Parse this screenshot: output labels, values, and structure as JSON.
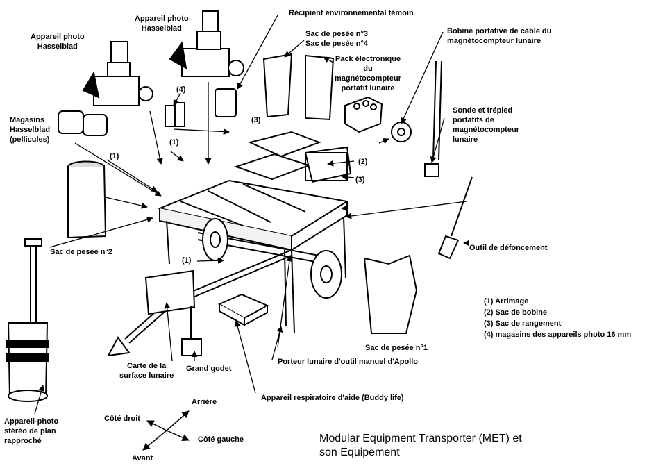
{
  "title": "Modular Equipment Transporter (MET) et son Equipement",
  "title_lines": [
    "Modular Equipment Transporter (MET) et",
    "son Equipement"
  ],
  "labels": {
    "recipient": "Récipient environnemental témoin",
    "hasselblad_left": [
      "Appareil photo",
      "Hasselblad"
    ],
    "hasselblad_top": [
      "Appareil photo",
      "Hasselblad"
    ],
    "sac3_4": [
      "Sac de pesée n°3",
      "Sac de pesée n°4"
    ],
    "pack": [
      "Pack électronique",
      "du",
      "magnétocompteur",
      "portatif lunaire"
    ],
    "bobine": [
      "Bobine portative de câble du",
      "magnétocompteur lunaire"
    ],
    "sonde": [
      "Sonde et trépied",
      "portatifs de",
      "magnétocompteur",
      "lunaire"
    ],
    "magasins": [
      "Magasins",
      "Hasselblad",
      "(pellicules)"
    ],
    "sac2": "Sac de pesée n°2",
    "outil": "Outil de défoncement",
    "sac1": "Sac de pesée n°1",
    "porteur": "Porteur lunaire d'outil manuel d'Apollo",
    "carte": [
      "Carte de la",
      "surface lunaire"
    ],
    "godet": "Grand godet",
    "buddy": "Appareil respiratoire d'aide (Buddy life)",
    "stereo": [
      "Appareil-photo",
      "stéréo de plan",
      "rapproché"
    ]
  },
  "callouts": {
    "n4": "(4)",
    "n3": "(3)",
    "n1a": "(1)",
    "n1b": "(1)",
    "n2": "(2)",
    "n3b": "(3)",
    "n1c": "(1)"
  },
  "legend": [
    "(1) Arrimage",
    "(2) Sac de bobine",
    "(3) Sac de rangement",
    "(4) magasins des appareils photo 16 mm"
  ],
  "directions": {
    "arriere": "Arrière",
    "cote_droit": "Côté droit",
    "cote_gauche": "Côté gauche",
    "avant": "Avant"
  },
  "colors": {
    "ink": "#000000",
    "paper": "#ffffff",
    "shade": "#d9d9d9"
  }
}
